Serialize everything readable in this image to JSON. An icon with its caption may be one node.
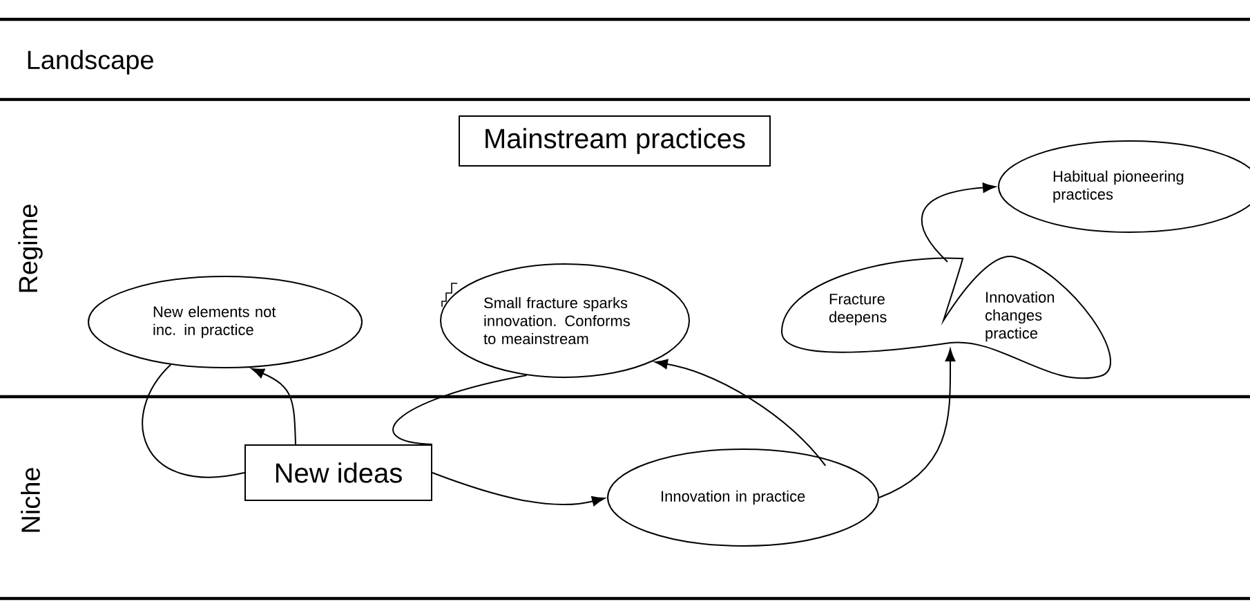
{
  "diagram": {
    "nodes": [
      {
        "text": [
          "Mainstream practices"
        ]
      },
      {
        "text": [
          "New elements not inc. in practice"
        ]
      },
      {
        "text": [
          "Small fracture sparks innovation. Conforms to meainstream"
        ]
      },
      {
        "text": [
          "Fracture deepens",
          "Innovation changes practice"
        ]
      },
      {
        "text": [
          "Habitual pioneering practices"
        ]
      },
      {
        "text": [
          "New ideas"
        ]
      },
      {
        "text": [
          "Innovation in practice"
        ]
      }
    ],
    "edges": [
      {
        "from": 5,
        "to": 1,
        "arrow": "to"
      },
      {
        "from": 1,
        "to": 5,
        "arrow": "none"
      },
      {
        "from": 2,
        "to": 5,
        "arrow": "none"
      },
      {
        "from": 5,
        "to": 6,
        "arrow": "to"
      },
      {
        "from": 6,
        "to": 2,
        "arrow": "to"
      },
      {
        "from": 6,
        "to": 3,
        "arrow": "to"
      },
      {
        "from": 3,
        "to": 4,
        "arrow": "to"
      }
    ],
    "labels": [
      "Landscape",
      "Regime",
      "Niche"
    ]
  }
}
